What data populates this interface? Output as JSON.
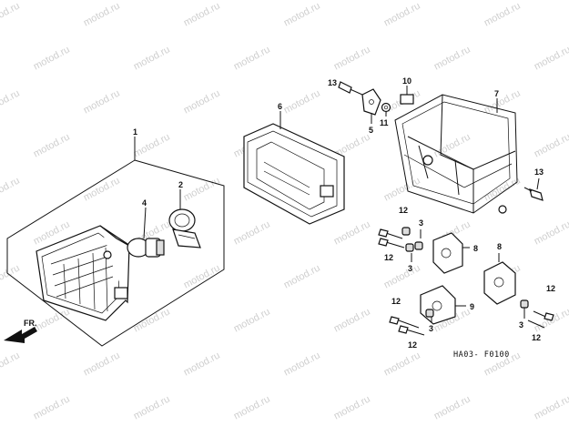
{
  "watermark": "motod.ru",
  "parts": {
    "p1": "1",
    "p2": "2",
    "p3a": "3",
    "p3b": "3",
    "p3c": "3",
    "p3d": "3",
    "p4": "4",
    "p5": "5",
    "p6": "6",
    "p7": "7",
    "p8a": "8",
    "p8b": "8",
    "p9": "9",
    "p10": "10",
    "p11": "11",
    "p12a": "12",
    "p12b": "12",
    "p12c": "12",
    "p12d": "12",
    "p12e": "12",
    "p12f": "12",
    "p13a": "13",
    "p13b": "13"
  },
  "direction_label": "FR.",
  "diagram_code": "HA03- F0100"
}
